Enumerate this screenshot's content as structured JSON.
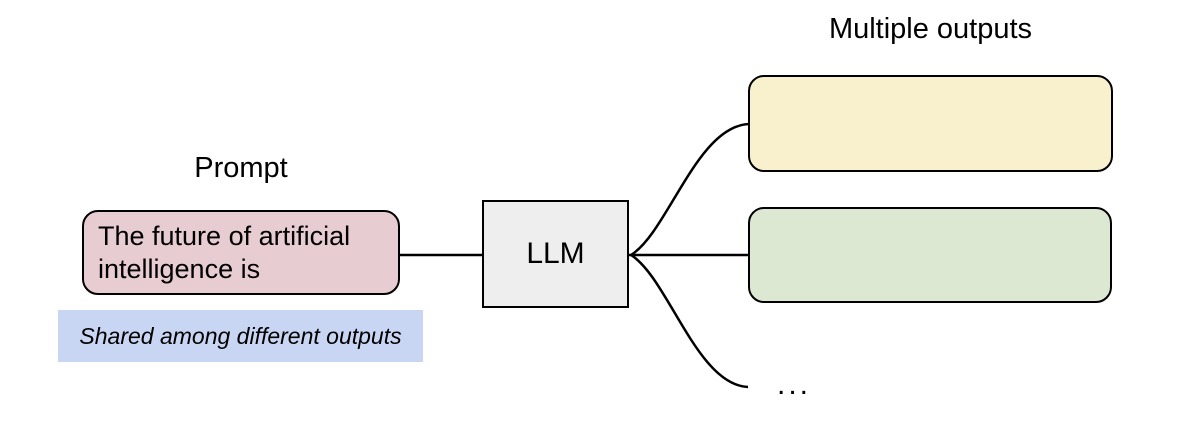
{
  "diagram": {
    "prompt_label": "Prompt",
    "prompt_text": "The future of artificial intelligence is",
    "annotation": "Shared among different outputs",
    "llm_label": "LLM",
    "outputs_label": "Multiple outputs",
    "more_outputs_ellipsis": "..."
  },
  "colors": {
    "background": "#ffffff",
    "stroke": "#000000",
    "text": "#000000",
    "prompt_fill": "#e7cdd1",
    "llm_fill": "#eeeeee",
    "output_top_fill": "#f9f0cd",
    "output_middle_fill": "#dde8d2",
    "annotation_highlight": "#c9d6f3"
  }
}
